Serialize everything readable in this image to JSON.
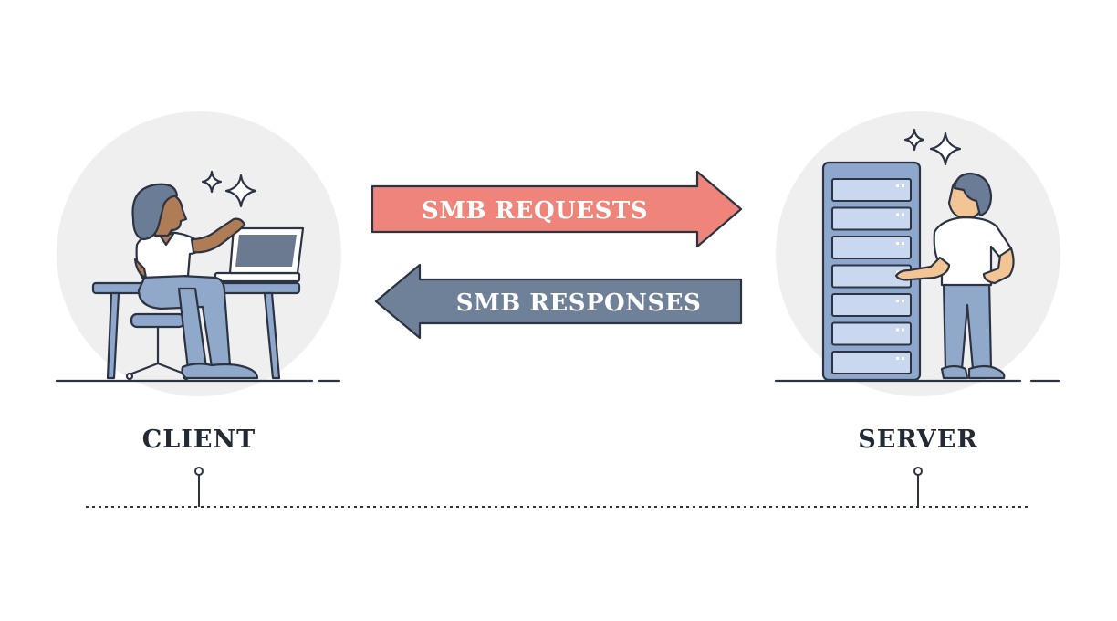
{
  "arrows": {
    "requests": {
      "label": "SMB REQUESTS",
      "color": "#ee847a"
    },
    "responses": {
      "label": "SMB RESPONSES",
      "color": "#6e8199"
    }
  },
  "nodes": {
    "client": {
      "label": "CLIENT"
    },
    "server": {
      "label": "SERVER"
    }
  },
  "colors": {
    "ink": "#2c3444",
    "halo": "#efefef",
    "skin": "#b07c55",
    "skin_light": "#f4c594",
    "hair": "#6b7d96",
    "pants": "#90a8c9",
    "rack": "#8ea7cc",
    "rack_slot": "#c9d8ee",
    "shirt": "#ffffff"
  }
}
